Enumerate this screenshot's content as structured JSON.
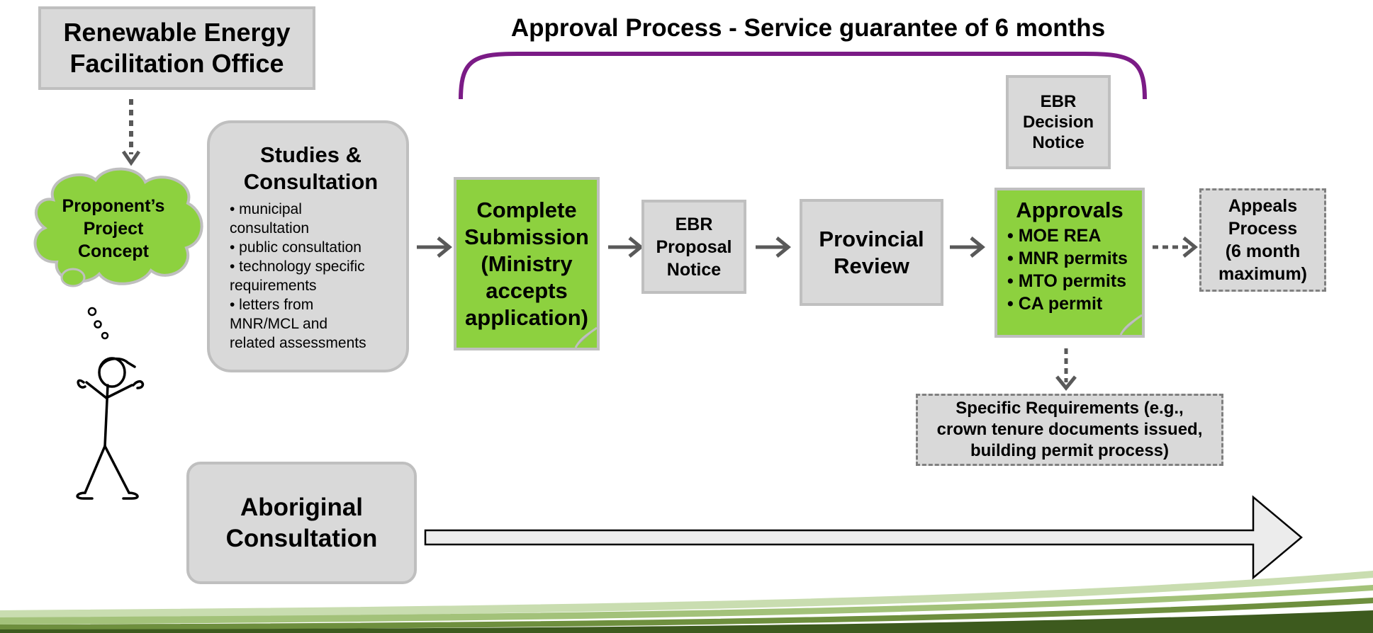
{
  "facilitation_office": {
    "title": "Renewable Energy\nFacilitation Office"
  },
  "approval_process": {
    "title": "Approval Process - Service guarantee of 6 months"
  },
  "proponent": {
    "label": "Proponent’s\nProject\nConcept"
  },
  "studies": {
    "title": "Studies &\nConsultation",
    "items": [
      "•  municipal\nconsultation",
      "• public consultation",
      "• technology specific\nrequirements",
      "• letters from\nMNR/MCL and\nrelated assessments"
    ]
  },
  "submission": {
    "label": "Complete\nSubmission\n(Ministry\naccepts\napplication)"
  },
  "ebr_proposal": {
    "label": "EBR\nProposal\nNotice"
  },
  "provincial_review": {
    "label": "Provincial\nReview"
  },
  "ebr_decision": {
    "label": "EBR\nDecision\nNotice"
  },
  "approvals": {
    "title": "Approvals",
    "items": [
      "• MOE REA",
      "• MNR permits",
      "• MTO permits",
      "• CA permit"
    ]
  },
  "appeals": {
    "label": "Appeals\nProcess\n(6 month\nmaximum)"
  },
  "specific_requirements": {
    "label": "Specific Requirements (e.g.,\ncrown tenure documents issued,\nbuilding permit process)"
  },
  "aboriginal": {
    "label": "Aboriginal\nConsultation"
  },
  "colors": {
    "green": "#8dd13f",
    "gray_fill": "#d9d9d9",
    "gray_border": "#bfbfbf",
    "bracket": "#7b1b86",
    "arrow": "#595959"
  }
}
